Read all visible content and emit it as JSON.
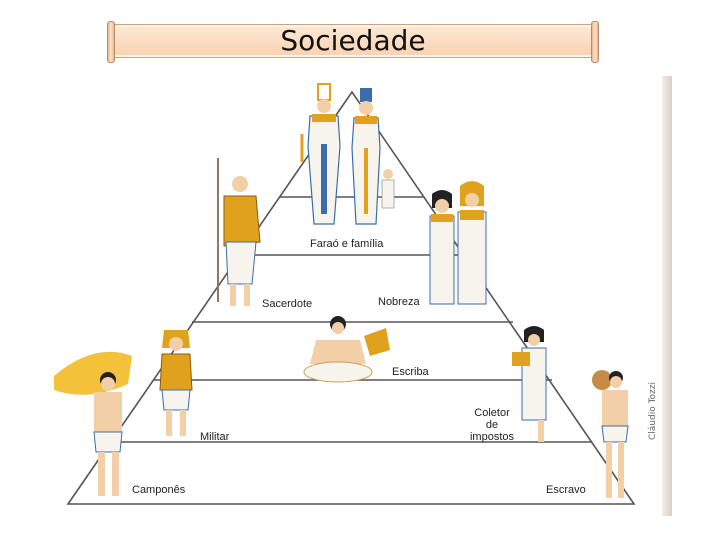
{
  "title": "Sociedade",
  "pyramid": {
    "levels": [
      {
        "label": "Faraó e família"
      },
      {
        "label": "Sacerdote"
      },
      {
        "label": "Nobreza"
      },
      {
        "label": "Escriba"
      },
      {
        "label": "Militar"
      },
      {
        "label": "Coletor de impostos",
        "lines": [
          "Coletor",
          "de",
          "impostos"
        ]
      },
      {
        "label": "Camponês"
      },
      {
        "label": "Escravo"
      }
    ]
  },
  "credit": "Cláudio Tozzi",
  "colors": {
    "pyramid_line": "#555555",
    "skin": "#f2cfa6",
    "gold": "#e0a21c",
    "blue": "#3b6ea8",
    "title_bg": "#fbdcc0"
  }
}
